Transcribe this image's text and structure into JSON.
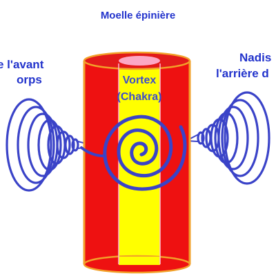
{
  "diagram": {
    "title": "Moelle épinière",
    "left_label": {
      "line1": "e l'avant",
      "line2": "orps"
    },
    "right_label": {
      "line1": "Nadis",
      "line2": "l'arrière d"
    },
    "center_label": {
      "line1": "Vortex",
      "line2": "(Chakra)"
    }
  },
  "colors": {
    "label_blue": "#2233cc",
    "vortex_blue": "#3a43c8",
    "cylinder_red": "#ee1111",
    "cylinder_yellow": "#ffff00",
    "cylinder_orange_edge": "#f2a12a",
    "inner_pink": "#ffb8d8"
  }
}
